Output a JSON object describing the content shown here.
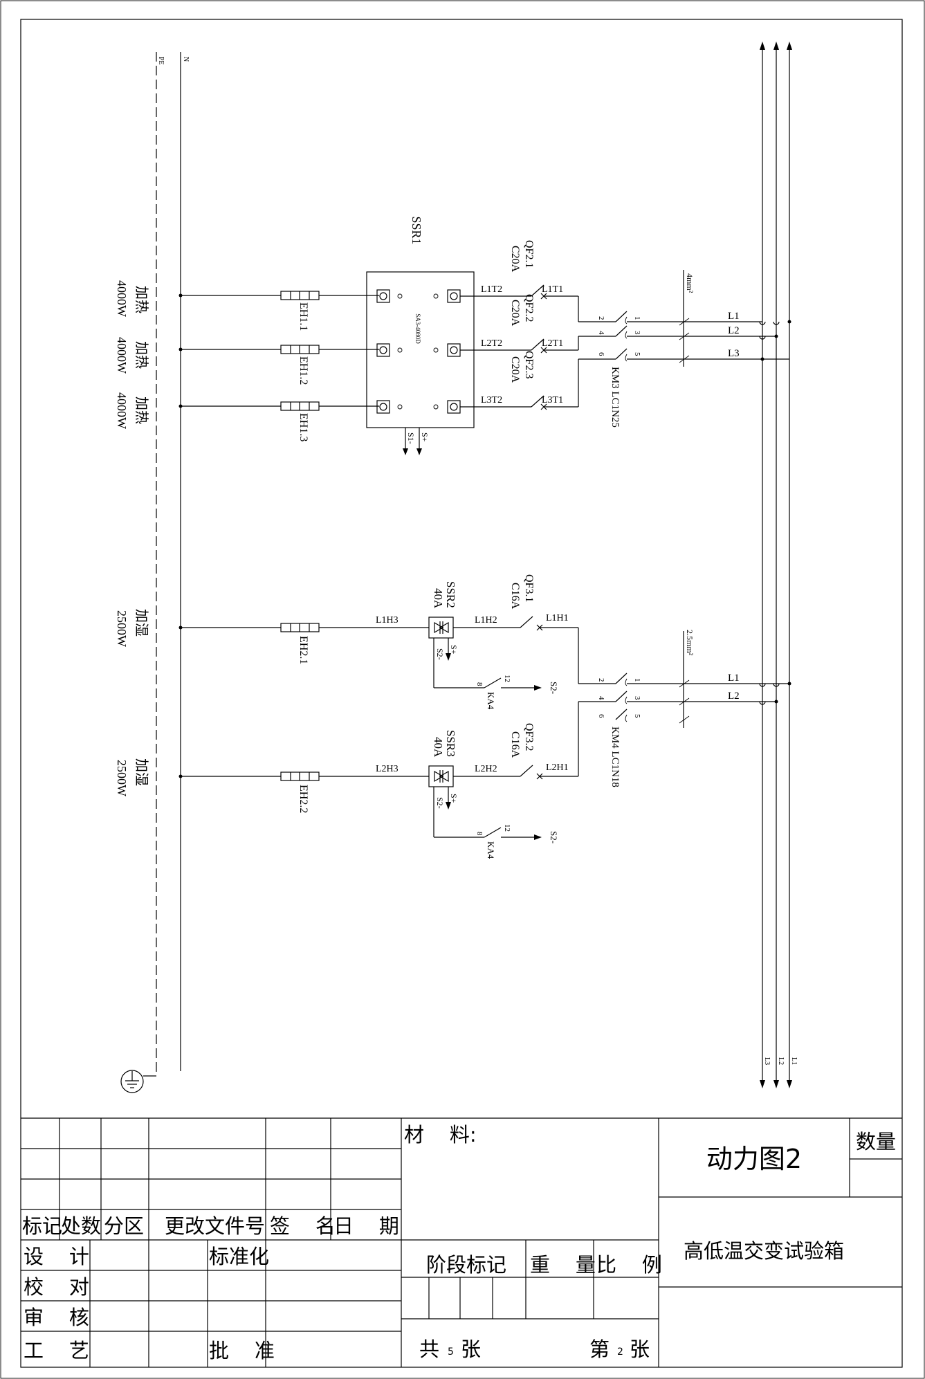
{
  "ground": {
    "pe": "PE",
    "n": "N"
  },
  "bus": [
    "L1",
    "L2",
    "L3"
  ],
  "heaters": {
    "ssr": "SSR1",
    "ssr_model": "SA3-4080D",
    "ssr_minus": "S1-",
    "ssr_plus": "S+",
    "wire_size": "4mm²",
    "contactor": "KM3 LC1N25",
    "contactor_pins": [
      "1",
      "2",
      "3",
      "4",
      "5",
      "6"
    ],
    "phases": [
      {
        "load": "加热",
        "power": "4000W",
        "element": "EH1.1",
        "ssr_out": "L1T2",
        "breaker": "QF2.1",
        "rating": "C20A",
        "ssr_in": "L1T1",
        "phase": "L1"
      },
      {
        "load": "加热",
        "power": "4000W",
        "element": "EH1.2",
        "ssr_out": "L2T2",
        "breaker": "QF2.2",
        "rating": "C20A",
        "ssr_in": "L2T1",
        "phase": "L2"
      },
      {
        "load": "加热",
        "power": "4000W",
        "element": "EH1.3",
        "ssr_out": "L3T2",
        "breaker": "QF2.3",
        "rating": "C20A",
        "ssr_in": "L3T1",
        "phase": "L3"
      }
    ]
  },
  "humidifiers": {
    "wire_size": "2.5mm²",
    "contactor": "KM4 LC1N18",
    "contactor_pins": [
      "1",
      "2",
      "3",
      "4",
      "5",
      "6"
    ],
    "units": [
      {
        "load": "加湿",
        "power": "2500W",
        "element": "EH2.1",
        "load_wire": "L1H3",
        "ssr": "SSR2",
        "ssr_rating": "40A",
        "ssr_out": "L1H2",
        "breaker": "QF3.1",
        "rating": "C16A",
        "line_wire": "L1H1",
        "phase": "L1",
        "s_plus": "S+",
        "s_minus": "S2-",
        "relay": "KA4",
        "relay_pin_a": "8",
        "relay_pin_b": "12",
        "signal": "S2-"
      },
      {
        "load": "加湿",
        "power": "2500W",
        "element": "EH2.2",
        "load_wire": "L2H3",
        "ssr": "SSR3",
        "ssr_rating": "40A",
        "ssr_out": "L2H2",
        "breaker": "QF3.2",
        "rating": "C16A",
        "line_wire": "L2H1",
        "phase": "L2",
        "s_plus": "S+",
        "s_minus": "S2-",
        "relay": "KA4",
        "relay_pin_a": "8",
        "relay_pin_b": "12",
        "signal": "S2-"
      }
    ]
  },
  "title_block": {
    "material_label": "材    料:",
    "drawing_name": "动力图2",
    "quantity_label": "数量",
    "product_name": "高低温交变试验箱",
    "rev_headers": [
      "标记",
      "处数",
      "分区",
      "更改文件号",
      "签    名",
      "日    期"
    ],
    "role_design": "设    计",
    "role_check": "校    对",
    "role_review": "审    核",
    "role_process": "工    艺",
    "standardize": "标准化",
    "approve": "批    准",
    "stage_mark": "阶段标记",
    "weight": "重    量",
    "scale": "比    例",
    "sheets_total_prefix": "共",
    "sheets_total": "5",
    "sheets_total_suffix": "张",
    "sheet_no_prefix": "第",
    "sheet_no": "2",
    "sheet_no_suffix": "张"
  }
}
